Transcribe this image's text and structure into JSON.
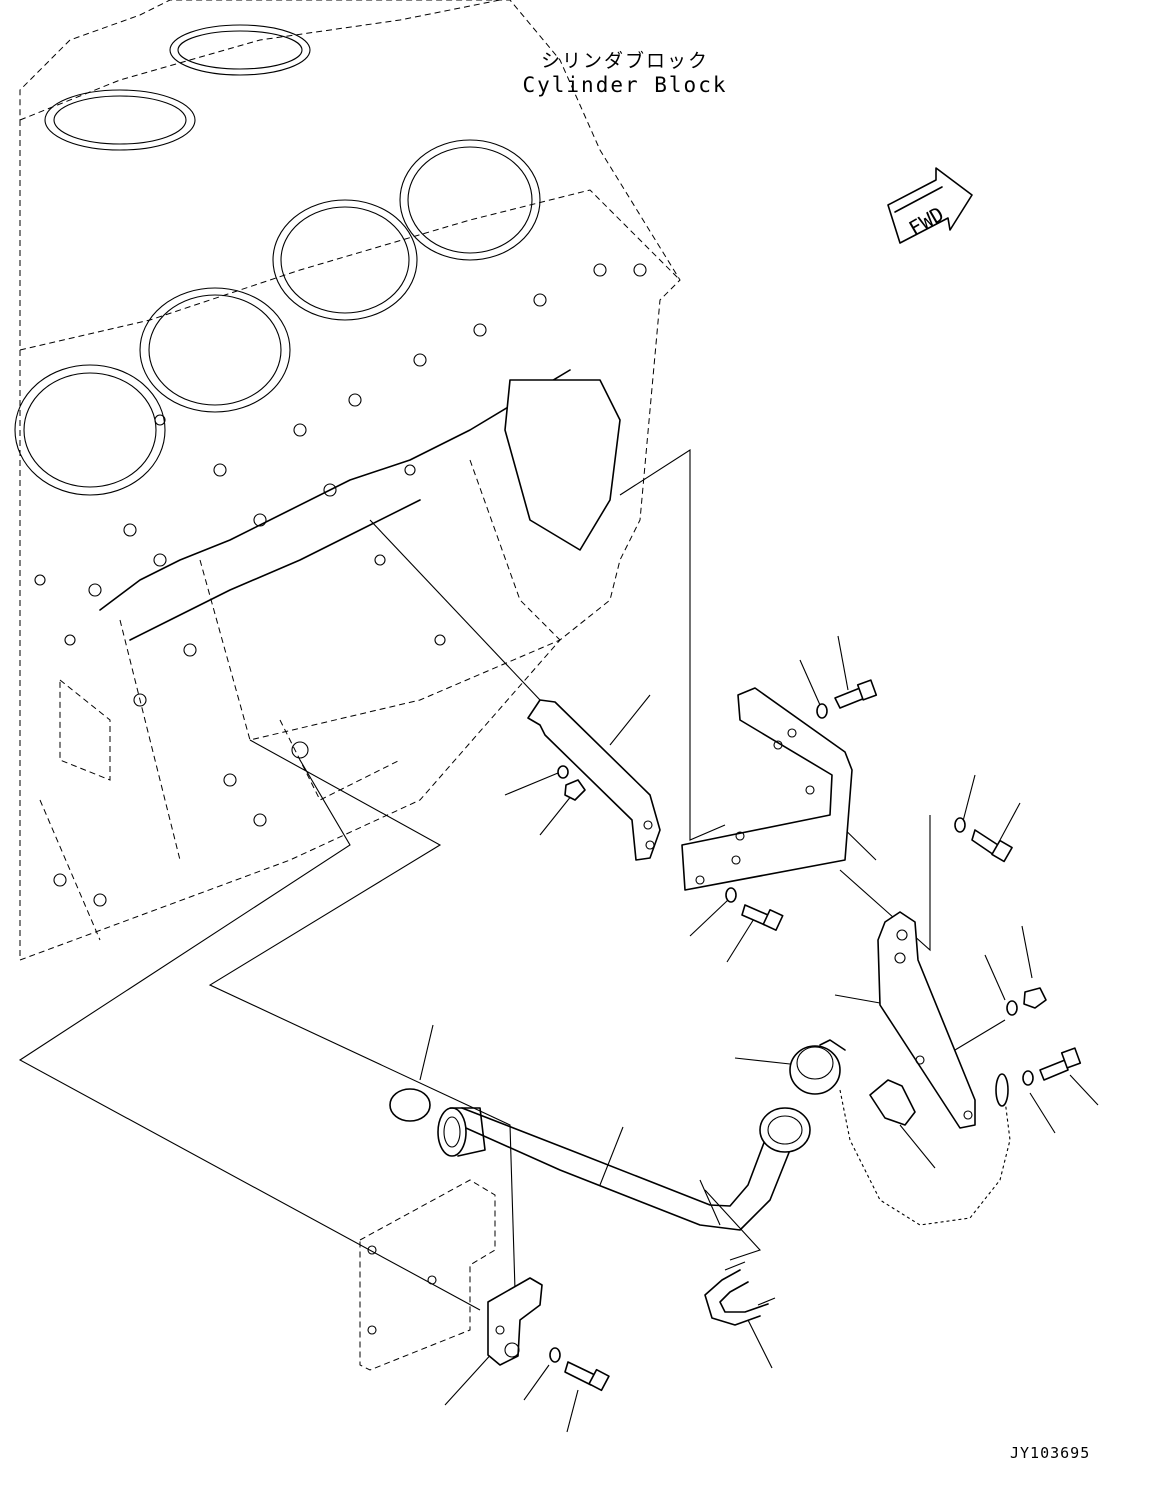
{
  "cylinder_block_label_jp": "シリンダブロック",
  "cylinder_block_label_en": "Cylinder Block",
  "fwd_label": "FWD",
  "figure_code": "JY103695"
}
